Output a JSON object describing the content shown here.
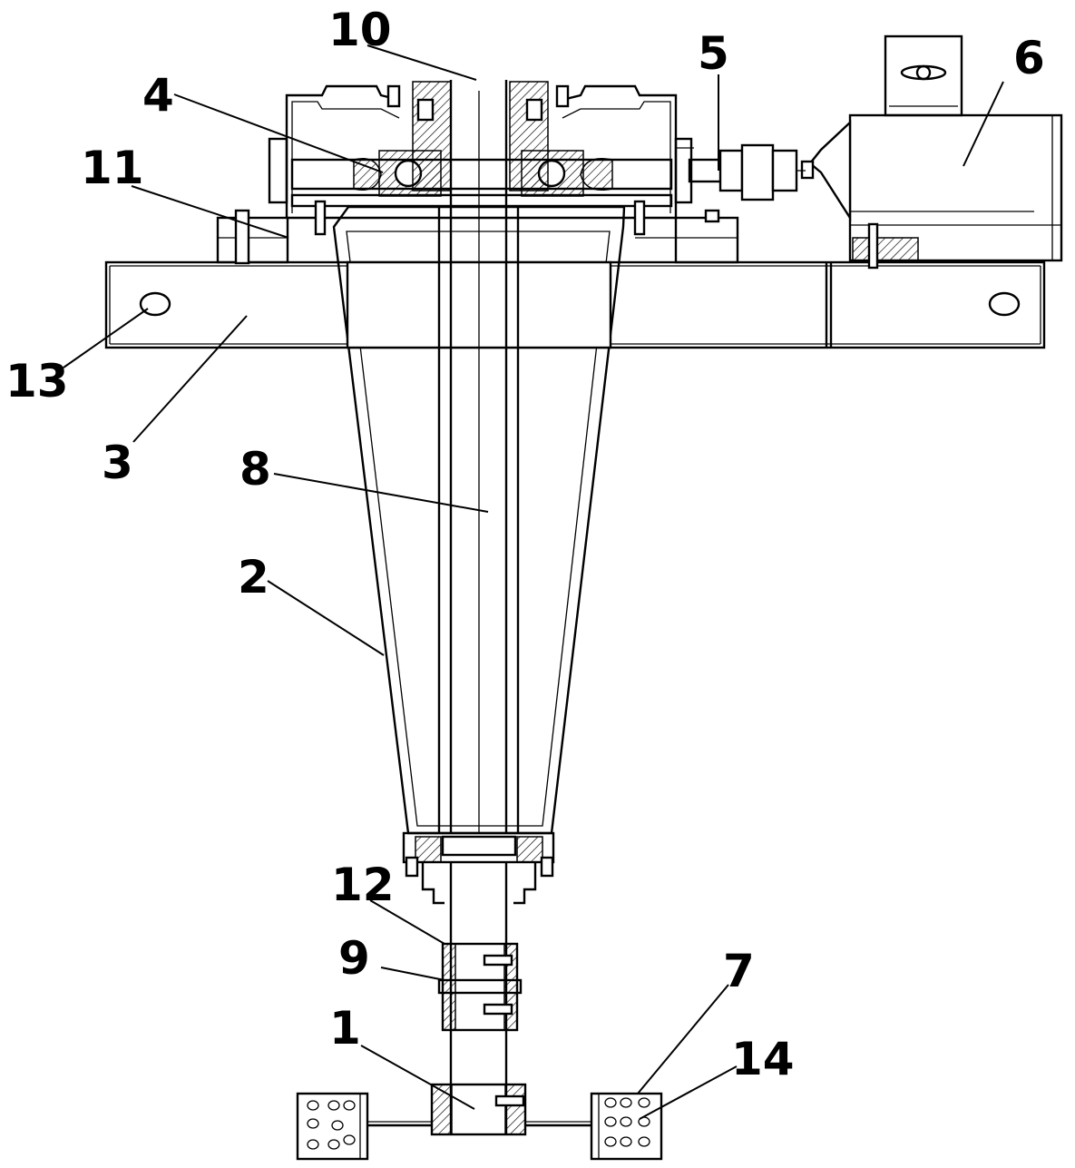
{
  "labels": {
    "l1": "1",
    "l2": "2",
    "l3": "3",
    "l4": "4",
    "l5": "5",
    "l6": "6",
    "l7": "7",
    "l8": "8",
    "l9": "9",
    "l10": "10",
    "l11": "11",
    "l12": "12",
    "l13": "13",
    "l14": "14"
  },
  "colors": {
    "line": "#000000",
    "background": "#ffffff",
    "hatch": "#000000"
  },
  "icons": {
    "motor_nut": "wing-nut-icon"
  }
}
